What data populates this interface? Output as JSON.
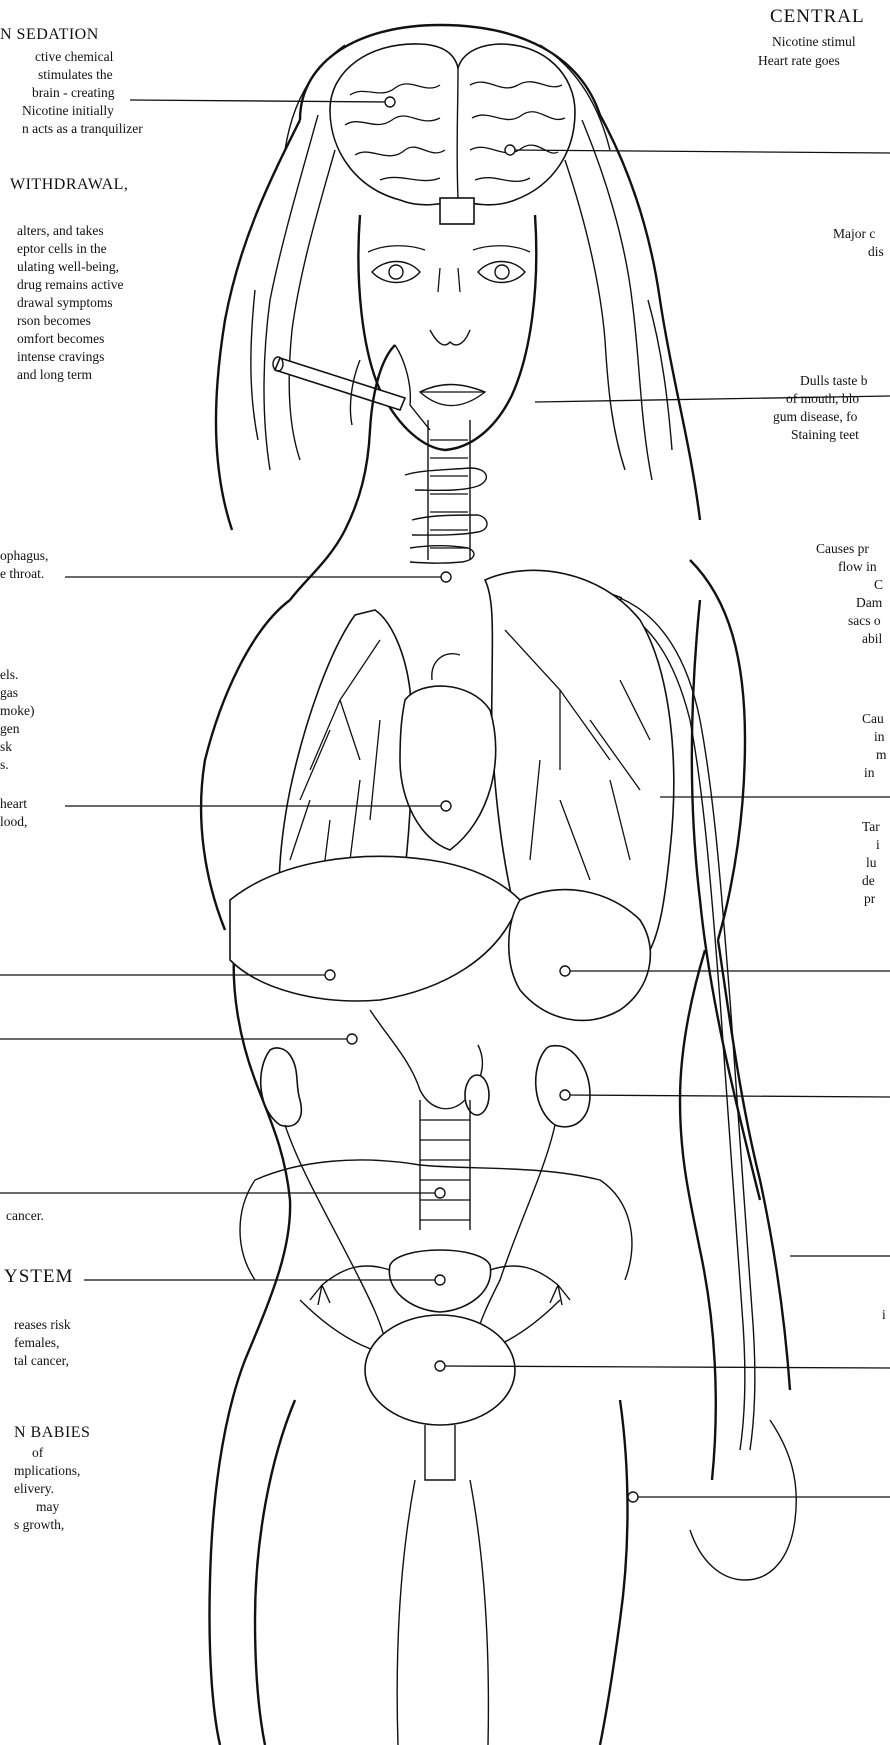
{
  "left": {
    "sedation_heading": "N SEDATION",
    "sedation_lines": [
      "ctive chemical",
      "stimulates the",
      "brain - creating",
      "Nicotine initially",
      "n acts as a tranquilizer"
    ],
    "withdrawal_heading": "WITHDRAWAL,",
    "withdrawal_lines": [
      "alters, and takes",
      "eptor cells in the",
      "ulating well-being,",
      "drug remains active",
      "drawal symptoms",
      "rson becomes",
      "omfort becomes",
      "intense cravings",
      "and long term"
    ],
    "esophagus_lines": [
      "ophagus,",
      "e throat."
    ],
    "heart_lines": [
      "els.",
      "gas",
      "moke)",
      "gen",
      "sk",
      "s.",
      "heart",
      "lood,"
    ],
    "cancer_line": "cancer.",
    "system_heading": "YSTEM",
    "system_lines": [
      "reases risk",
      "females,",
      "tal cancer,"
    ],
    "babies_heading": "N BABIES",
    "babies_lines": [
      "of",
      "mplications,",
      "elivery.",
      "may",
      "s growth,"
    ]
  },
  "right": {
    "central_heading": "CENTRAL",
    "central_lines": [
      "Nicotine stimul",
      "Heart rate goes"
    ],
    "major_lines": [
      "Major c",
      "dis"
    ],
    "mouth_lines": [
      "Dulls taste b",
      "of mouth, blo",
      "gum disease, fo",
      "Staining teet"
    ],
    "causes_lines": [
      "Causes pr",
      "flow in",
      "C",
      "Dam",
      "sacs o",
      "abil"
    ],
    "lungs_lines": [
      "Cau",
      "in",
      "m",
      "in"
    ],
    "tar_lines": [
      "Tar",
      "i",
      "lu",
      "de",
      "pr"
    ],
    "low_line": "i"
  },
  "icons": [
    "brain-illustration",
    "eye-icon",
    "cigarette-icon",
    "lungs-illustration",
    "heart-icon",
    "liver-icon",
    "stomach-icon",
    "kidney-icon",
    "spine-icon",
    "uterus-icon",
    "bladder-icon",
    "blood-vessel-icon",
    "hand-icon"
  ]
}
